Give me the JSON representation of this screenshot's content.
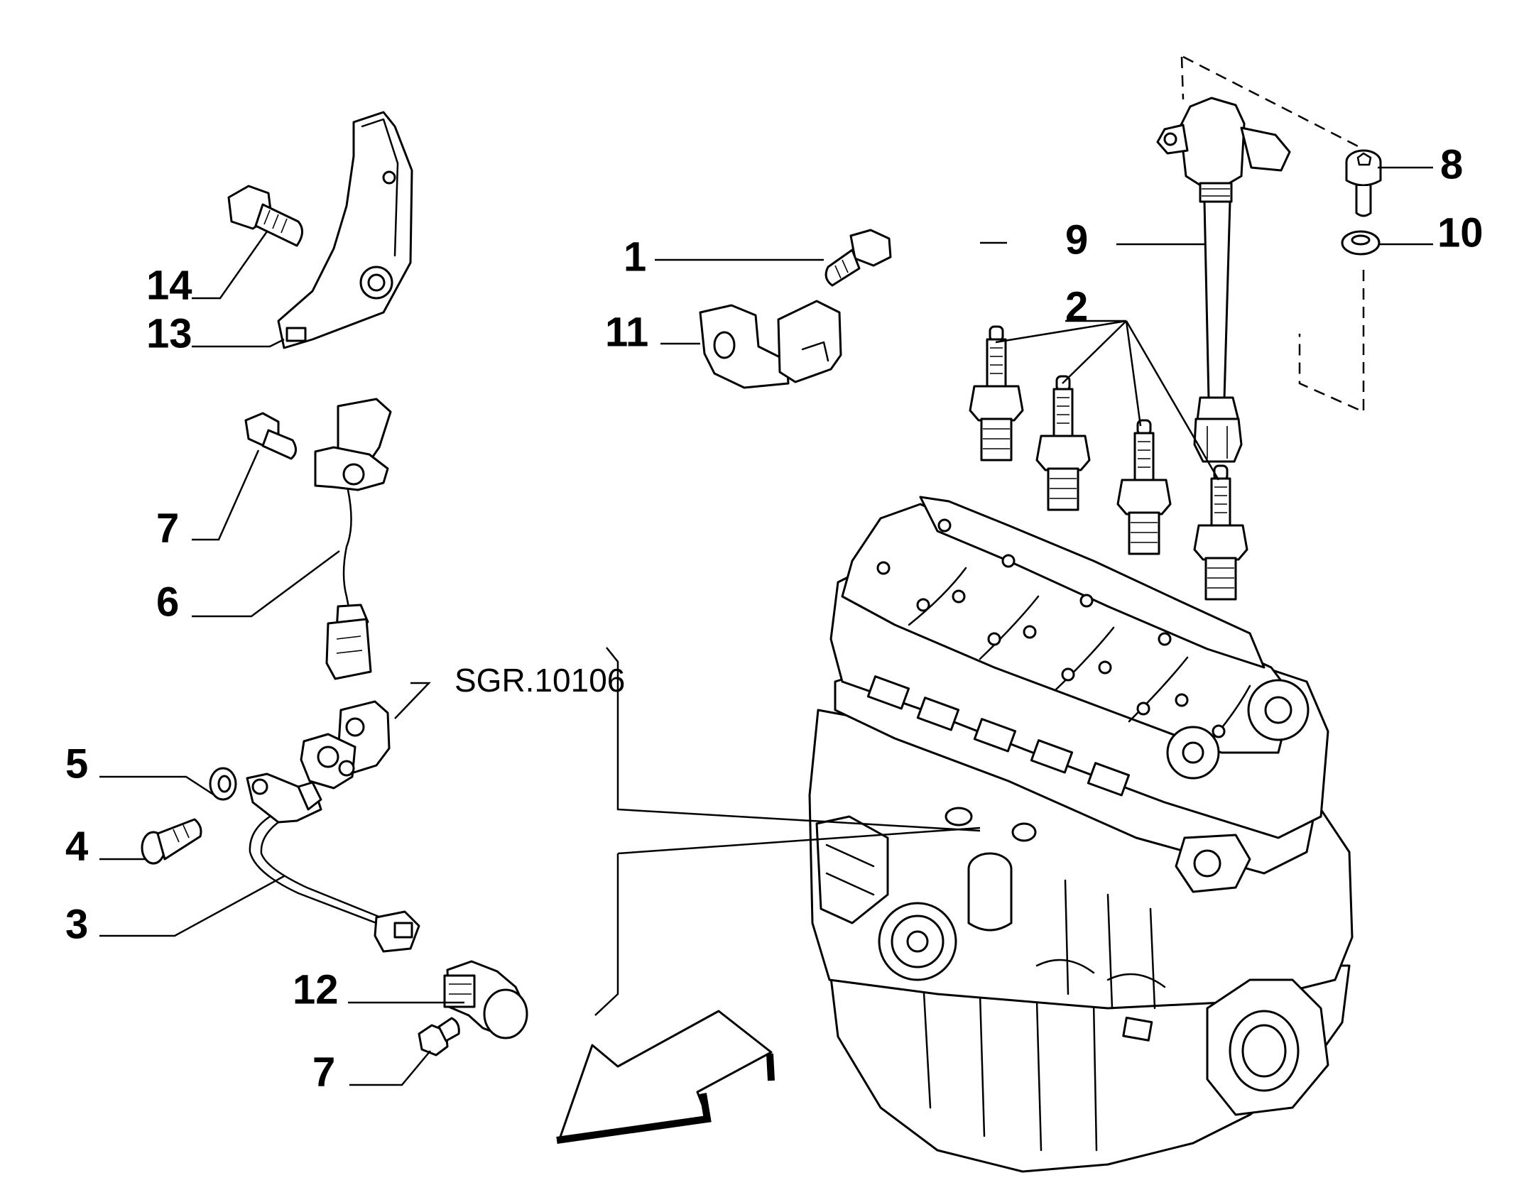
{
  "diagram": {
    "reference_label": "SGR.10106",
    "callouts": {
      "c1": "1",
      "c2": "2",
      "c3": "3",
      "c4": "4",
      "c5": "5",
      "c6": "6",
      "c7a": "7",
      "c7b": "7",
      "c8": "8",
      "c9": "9",
      "c10": "10",
      "c11": "11",
      "c12": "12",
      "c13": "13",
      "c14": "14"
    }
  }
}
